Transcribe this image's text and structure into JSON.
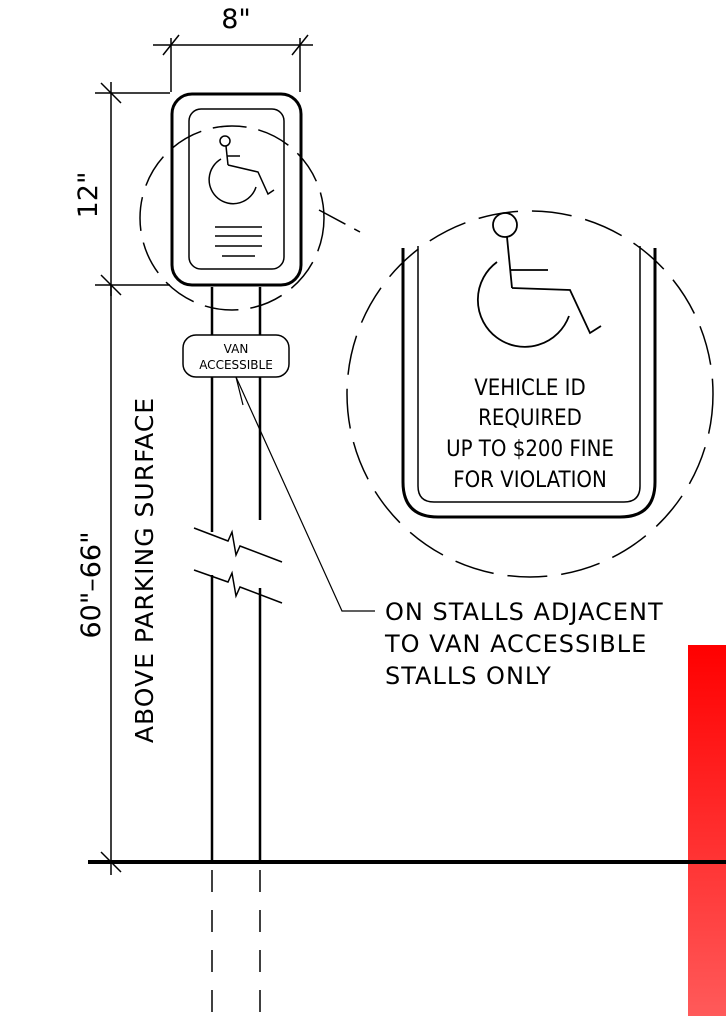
{
  "dimensions": {
    "width": "8\"",
    "sign_height": "12\"",
    "mount_height": "60\"–66\"",
    "mount_reference": "ABOVE PARKING SURFACE"
  },
  "van_plaque": {
    "line1": "VAN",
    "line2": "ACCESSIBLE"
  },
  "detail_text": {
    "line1": "VEHICLE ID",
    "line2": "REQUIRED",
    "line3": "UP TO $200 FINE",
    "line4": "FOR VIOLATION"
  },
  "callout_note": {
    "line1": "ON STALLS ADJACENT",
    "line2": "TO VAN ACCESSIBLE",
    "line3": "STALLS ONLY"
  },
  "icons": [
    "wheelchair-icon",
    "break-symbol-icon"
  ],
  "colors": {
    "stroke": "#000000",
    "accent_bar": "#ff0000"
  }
}
